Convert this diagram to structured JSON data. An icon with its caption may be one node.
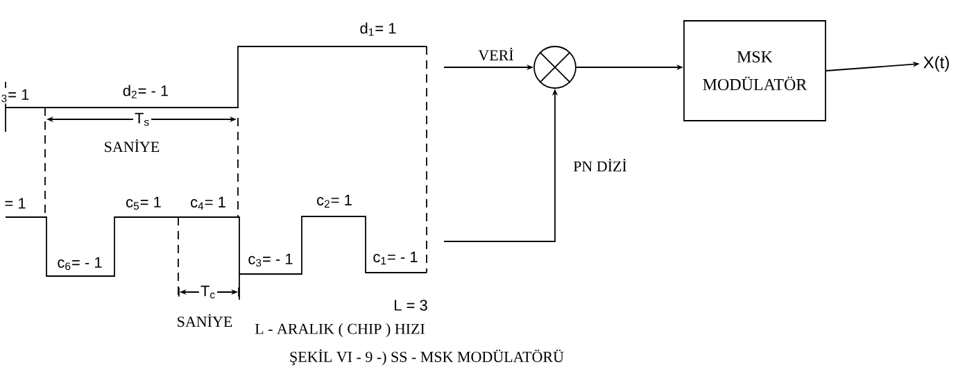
{
  "diagram": {
    "caption": "ŞEKİL VI - 9 -) SS - MSK MODÜLATÖRÜ",
    "nodes": [
      {
        "text": [],
        "shape": "circle"
      },
      {
        "text": [
          "MSK MODÜLATÖR"
        ]
      },
      {
        "text": [
          "X(t)"
        ]
      }
    ],
    "edges": [
      {
        "from": null,
        "to": 0,
        "arrow": "to",
        "label": "VERİ"
      },
      {
        "from": null,
        "to": 0,
        "arrow": "to",
        "label": "PN DİZİ"
      },
      {
        "from": 0,
        "to": 1,
        "arrow": "to"
      },
      {
        "from": 1,
        "to": 2,
        "arrow": "to"
      }
    ],
    "labels": [
      "d$_{1}$= 1",
      "$_{3}$= 1",
      "d$_{2}$= - 1",
      "T$_{s}$",
      "SANİYE",
      "= 1",
      "c$_{5}$= 1",
      "c$_{4}$= 1",
      "c$_{2}$= 1",
      "c$_{6}$= - 1",
      "c$_{3}$= - 1",
      "c$_{1}$= - 1",
      "T$_{c}$",
      "SANİYE",
      "L = 3",
      "L - ARALIK ( CHIP ) HIZI"
    ]
  }
}
